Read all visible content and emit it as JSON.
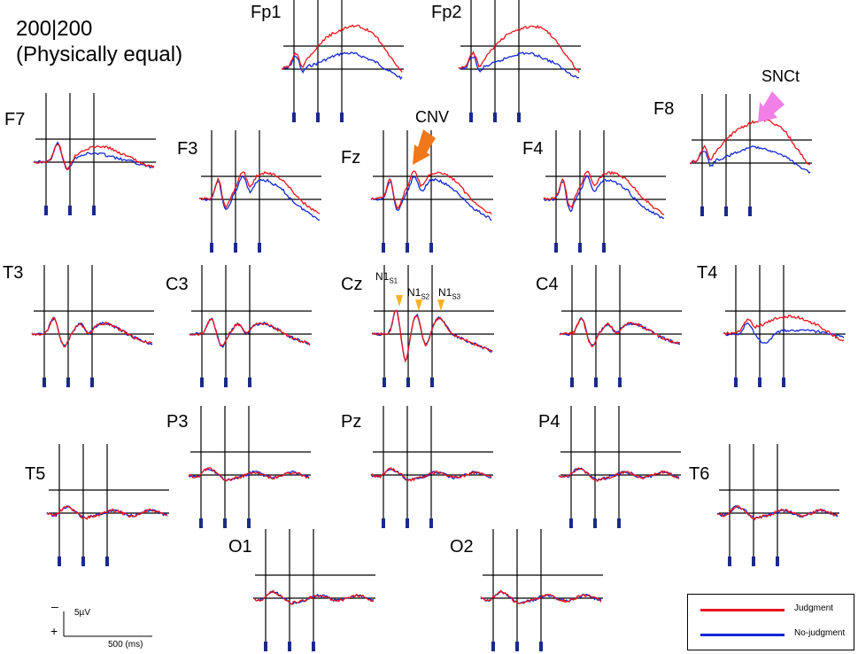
{
  "title": {
    "line1": "200|200",
    "line2": "(Physically equal)"
  },
  "channels": [
    {
      "label": "Fp1",
      "key": "Fp1"
    },
    {
      "label": "Fp2",
      "key": "Fp2"
    },
    {
      "label": "F7",
      "key": "F7"
    },
    {
      "label": "F3",
      "key": "F3"
    },
    {
      "label": "Fz",
      "key": "Fz"
    },
    {
      "label": "F4",
      "key": "F4"
    },
    {
      "label": "F8",
      "key": "F8"
    },
    {
      "label": "T3",
      "key": "T3"
    },
    {
      "label": "C3",
      "key": "C3"
    },
    {
      "label": "Cz",
      "key": "Cz"
    },
    {
      "label": "C4",
      "key": "C4"
    },
    {
      "label": "T4",
      "key": "T4"
    },
    {
      "label": "P3",
      "key": "P3"
    },
    {
      "label": "Pz",
      "key": "Pz"
    },
    {
      "label": "P4",
      "key": "P4"
    },
    {
      "label": "T5",
      "key": "T5"
    },
    {
      "label": "T6",
      "key": "T6"
    },
    {
      "label": "O1",
      "key": "O1"
    },
    {
      "label": "O2",
      "key": "O2"
    }
  ],
  "annotations": {
    "cnv": "CNV",
    "snct": "SNCt",
    "n1": [
      {
        "main": "N1",
        "sub": "S1"
      },
      {
        "main": "N1",
        "sub": "S2"
      },
      {
        "main": "N1",
        "sub": "S3"
      }
    ]
  },
  "scale": {
    "minus": "–",
    "plus": "+",
    "amplitude": "5µV",
    "time": "500 (ms)"
  },
  "legend": [
    {
      "label": "Judgment",
      "color": "#e8141b"
    },
    {
      "label": "No-judgment",
      "color": "#1428d2"
    }
  ],
  "colors": {
    "judgment": "#e8141b",
    "nojudgment": "#1428d2",
    "cnv_arrow": "#f07818",
    "snct_arrow": "#f27fe6",
    "n1_marker": "#f5b220",
    "stim_marker": "#1a2a8a"
  },
  "waveform_profiles": {
    "Fp1": "frontal_sustained",
    "Fp2": "frontal_sustained",
    "F8": "frontal_sustained",
    "Fz": "frontal_cnv",
    "F3": "frontal_cnv",
    "F4": "frontal_cnv",
    "F7": "frontal_moderate",
    "T3": "low",
    "C3": "low",
    "Cz": "n1_peaks",
    "C4": "low",
    "T4": "temporal_divergent",
    "P3": "flat",
    "Pz": "flat",
    "P4": "flat",
    "T5": "flat",
    "T6": "flat",
    "O1": "flat",
    "O2": "flat"
  }
}
